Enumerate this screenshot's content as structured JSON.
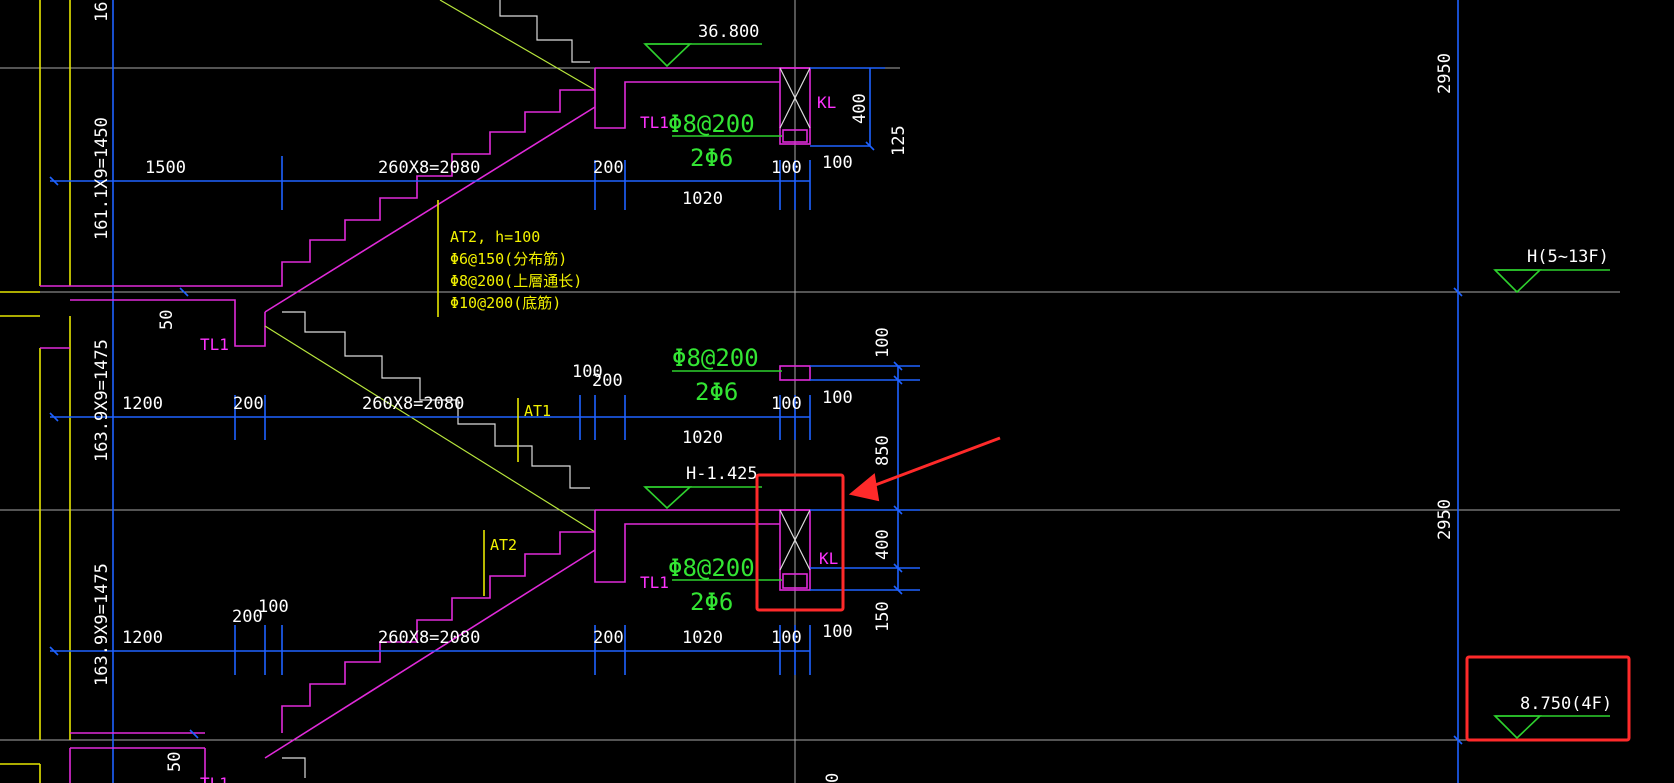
{
  "elevations": {
    "top": "36.800",
    "mid": "H-1.425",
    "right_upper": "H(5~13F)",
    "right_lower": "8.750(4F)"
  },
  "left_vertical_dims": {
    "top_partial": "16",
    "upper": "161.1X9=1450",
    "middle": "163.9X9=1475",
    "lower": "163.9X9=1475"
  },
  "row1": {
    "a": "1500",
    "b": "260X8=2080",
    "c": "200",
    "d": "100",
    "e": "100",
    "f": "1020"
  },
  "row2": {
    "a": "1200",
    "b": "200",
    "c": "260X8=2080",
    "d": "100",
    "e": "200",
    "f": "100",
    "g": "100",
    "h": "1020"
  },
  "row3": {
    "a": "1200",
    "b": "200",
    "c": "100",
    "d": "260X8=2080",
    "e": "200",
    "f": "1020",
    "g": "100",
    "h": "100"
  },
  "right_dims": {
    "top_400": "400",
    "top_125": "125",
    "mid_100": "100",
    "mid_850": "850",
    "bot_400": "400",
    "bot_150": "150",
    "bottom_partial": "0"
  },
  "far_right_dims": {
    "upper": "2950",
    "lower": "2950"
  },
  "rebar": {
    "top_main": "Φ8@200",
    "top_sub": "2Φ6",
    "mid_main": "Φ8@200",
    "mid_sub": "2Φ6",
    "bot_main": "Φ8@200",
    "bot_sub": "2Φ6"
  },
  "labels": {
    "tl1_top": "TL1",
    "tl1_left": "TL1",
    "tl1_bottom": "TL1",
    "tl1_cut": "TL1",
    "kl_top": "KL",
    "kl_bottom": "KL",
    "at1": "AT1",
    "at2": "AT2",
    "slab_50_upper": "50",
    "slab_50_lower": "50"
  },
  "at2_spec": {
    "line1": "AT2, h=100",
    "line2": "Φ6@150(分布筋)",
    "line3": "Φ8@200(上層通长)",
    "line4": "Φ10@200(底筋)"
  },
  "colors": {
    "background": "#000000",
    "dimension_lines": "#1f62ff",
    "beams_stairs": "#e02ad9",
    "rebar_text": "#33e533",
    "annotation": "#f2f200",
    "highlight": "#ff2a2a"
  }
}
